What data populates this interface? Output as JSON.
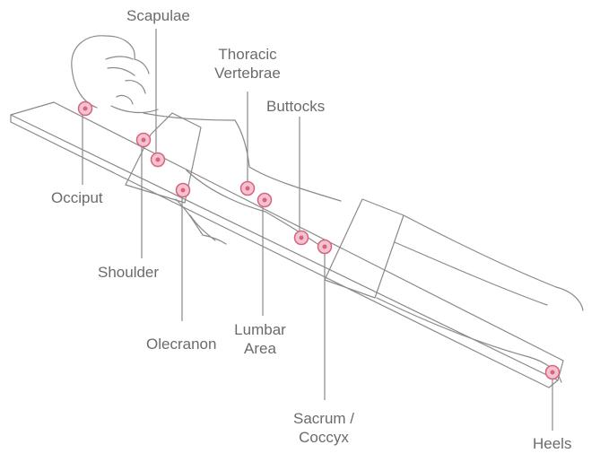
{
  "diagram": {
    "colors": {
      "line": "#8a8a8a",
      "marker": "#d9637f",
      "marker_fill": "#f3c3cf",
      "text": "#6b6b6b"
    },
    "labels": {
      "scapulae": "Scapulae",
      "thoracic_line1": "Thoracic",
      "thoracic_line2": "Vertebrae",
      "buttocks": "Buttocks",
      "occiput": "Occiput",
      "shoulder": "Shoulder",
      "olecranon": "Olecranon",
      "lumbar_line1": "Lumbar",
      "lumbar_line2": "Area",
      "sacrum_line1": "Sacrum /",
      "sacrum_line2": "Coccyx",
      "heels": "Heels"
    }
  }
}
